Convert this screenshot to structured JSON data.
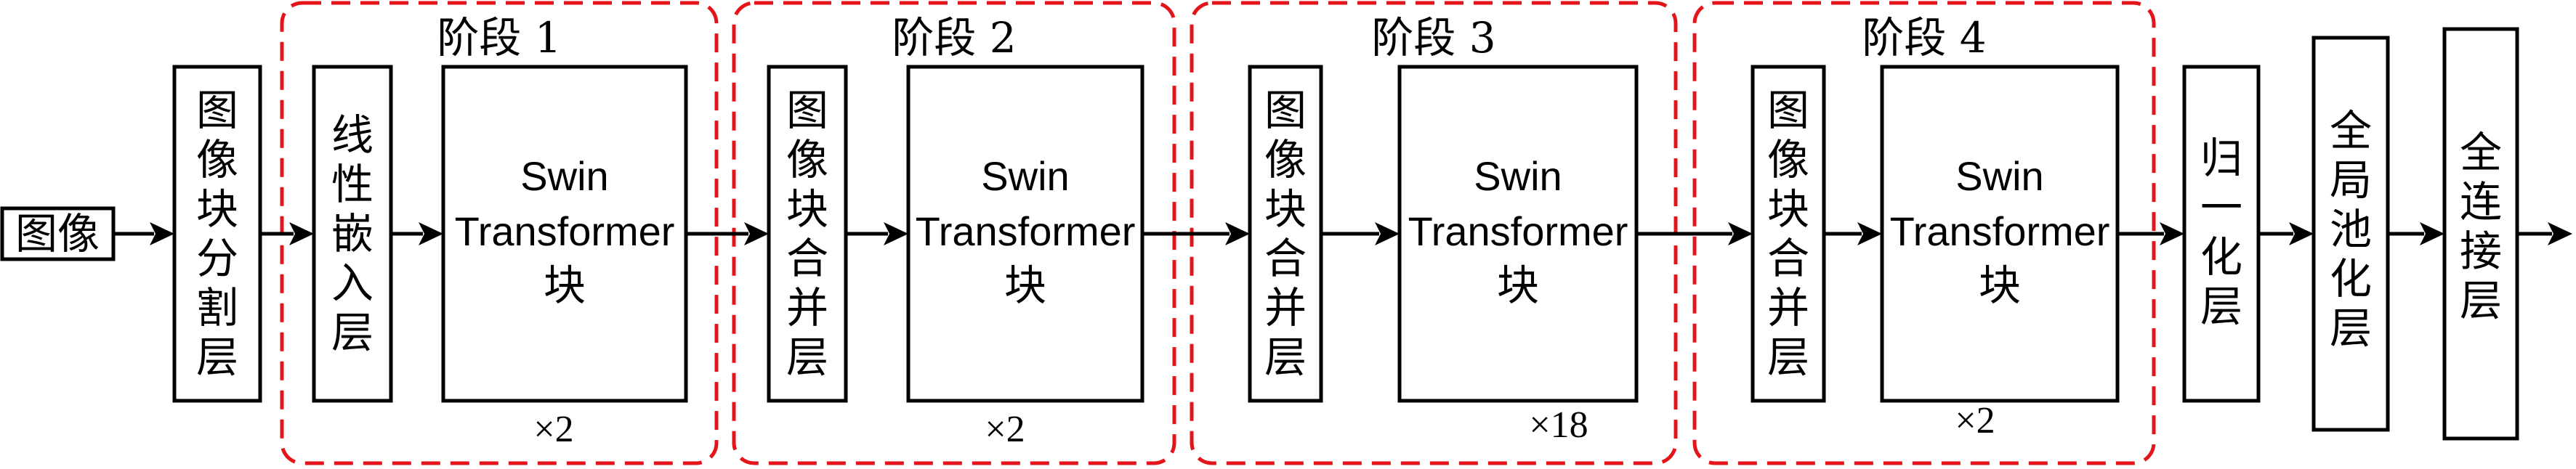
{
  "diagram": {
    "input_label": "图像",
    "nodes": {
      "patch_partition": "图像块分割层",
      "linear_embedding": "线性嵌入层",
      "patch_merging": "图像块合并层",
      "swin_line1": "Swin",
      "swin_line2": "Transformer",
      "swin_line3": "块",
      "layer_norm": "归一化层",
      "global_pool": "全局池化层",
      "fully_connected": "全连接层"
    },
    "stages": [
      {
        "title": "阶段 1",
        "repeat": "×2"
      },
      {
        "title": "阶段 2",
        "repeat": "×2"
      },
      {
        "title": "阶段 3",
        "repeat": "×18"
      },
      {
        "title": "阶段 4",
        "repeat": "×2"
      }
    ]
  }
}
